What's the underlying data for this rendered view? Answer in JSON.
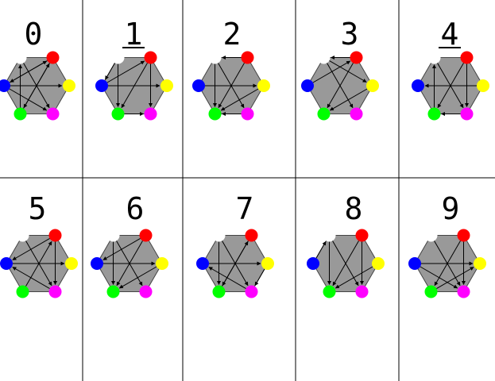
{
  "colors": {
    "hexagon_fill": "#999999",
    "hexagon_stroke": "#444444",
    "grid_line": "#000000",
    "arrow": "#000000",
    "node_colors": [
      "#ffffff",
      "#ff0000",
      "#ffff00",
      "#ff00ff",
      "#00ff00",
      "#0000ff"
    ]
  },
  "nodes_order": [
    "white",
    "red",
    "yellow",
    "magenta",
    "green",
    "blue"
  ],
  "panels": [
    {
      "label": "0",
      "edges": [
        [
          5,
          1
        ],
        [
          1,
          5
        ],
        [
          4,
          1
        ],
        [
          1,
          4
        ],
        [
          5,
          2
        ],
        [
          5,
          3
        ],
        [
          4,
          0
        ],
        [
          0,
          3
        ]
      ]
    },
    {
      "label": "1",
      "edges": [
        [
          5,
          2
        ],
        [
          5,
          1
        ],
        [
          1,
          3
        ],
        [
          1,
          4
        ],
        [
          0,
          4
        ],
        [
          0,
          5
        ],
        [
          4,
          3
        ]
      ]
    },
    {
      "label": "2",
      "edges": [
        [
          5,
          2
        ],
        [
          1,
          4
        ],
        [
          1,
          0
        ],
        [
          2,
          4
        ],
        [
          0,
          3
        ],
        [
          0,
          4
        ],
        [
          3,
          4
        ]
      ]
    },
    {
      "label": "3",
      "edges": [
        [
          5,
          1
        ],
        [
          1,
          0
        ],
        [
          0,
          3
        ],
        [
          1,
          4
        ],
        [
          2,
          4
        ],
        [
          0,
          2
        ]
      ]
    },
    {
      "label": "4",
      "edges": [
        [
          2,
          5
        ],
        [
          1,
          4
        ],
        [
          4,
          0
        ],
        [
          0,
          3
        ],
        [
          1,
          3
        ],
        [
          3,
          4
        ]
      ]
    },
    {
      "label": "5",
      "edges": [
        [
          5,
          2
        ],
        [
          1,
          5
        ],
        [
          0,
          3
        ],
        [
          4,
          1
        ],
        [
          1,
          3
        ],
        [
          3,
          5
        ]
      ]
    },
    {
      "label": "6",
      "edges": [
        [
          5,
          2
        ],
        [
          1,
          5
        ],
        [
          0,
          4
        ],
        [
          0,
          3
        ],
        [
          1,
          4
        ],
        [
          2,
          4
        ]
      ]
    },
    {
      "label": "7",
      "edges": [
        [
          5,
          2
        ],
        [
          1,
          4
        ],
        [
          0,
          4
        ],
        [
          0,
          3
        ],
        [
          2,
          3
        ],
        [
          4,
          1
        ],
        [
          3,
          5
        ]
      ]
    },
    {
      "label": "8",
      "edges": [
        [
          5,
          0
        ],
        [
          0,
          4
        ],
        [
          1,
          4
        ],
        [
          2,
          4
        ],
        [
          0,
          3
        ],
        [
          1,
          3
        ]
      ]
    },
    {
      "label": "9",
      "edges": [
        [
          5,
          2
        ],
        [
          1,
          4
        ],
        [
          4,
          2
        ],
        [
          0,
          3
        ],
        [
          1,
          3
        ],
        [
          5,
          3
        ]
      ]
    }
  ]
}
